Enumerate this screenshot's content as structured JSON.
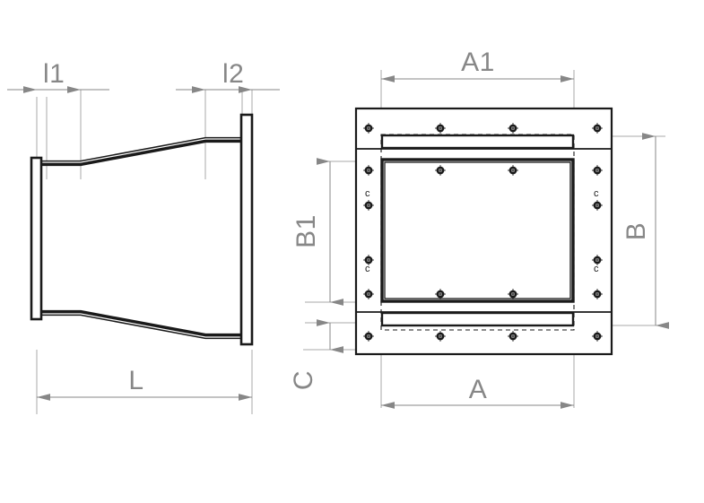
{
  "drawing": {
    "title": "Rectangular transition duct with bolted flanges",
    "background_color": "#ffffff",
    "line_color": "#1a1a1a",
    "dimension_color": "#878787",
    "views": [
      {
        "name": "side-elevation-view",
        "description": "Side elevation of tapered rectangular transition piece with end flanges"
      },
      {
        "name": "front-flange-view",
        "description": "Front view of square bolted flange frame with bolt holes"
      }
    ]
  },
  "dimensions": {
    "l1": "l1",
    "l2": "l2",
    "L": "L",
    "A1": "A1",
    "A": "A",
    "B": "B",
    "B1": "B1",
    "C": "C"
  },
  "annotations": {
    "bolt_pitch_tag": "c",
    "bolt_pitch_tag_count": 4
  },
  "icons": {
    "bolt_hole": "bolt-hole-icon",
    "arrow": "dimension-arrow-icon"
  }
}
